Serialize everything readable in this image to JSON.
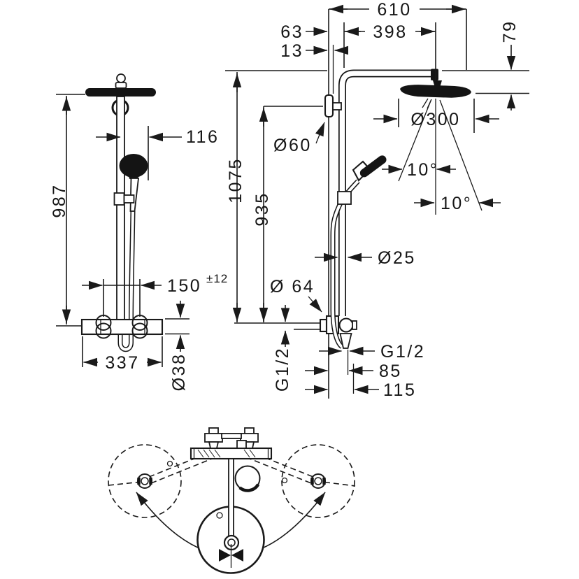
{
  "drawing": {
    "title": "shower-system-technical-drawing",
    "line_color": "#1a1a1a",
    "background_color": "#ffffff",
    "front_view": {
      "total_height": "987",
      "handshower_offset": "116",
      "connection_spacing": "150",
      "connection_tolerance": "±12",
      "valve_width": "337",
      "valve_diameter": "Ø38"
    },
    "side_view": {
      "reach": "610",
      "wall_to_pipe": "63",
      "pipe_to_head_center": "398",
      "wall_clearance": "13",
      "head_drop": "79",
      "wall_bracket_diameter": "Ø60",
      "head_diameter": "Ø300",
      "tilt_upper": "10°",
      "tilt_lower": "10°",
      "height_total": "1075",
      "height_to_bracket": "935",
      "pipe_diameter": "Ø25",
      "escutcheon_diameter": "Ø 64",
      "hose_connection": "G1/2",
      "supply_connection": "G1/2",
      "outlet_to_hose": "85",
      "wall_to_hose": "115"
    }
  }
}
